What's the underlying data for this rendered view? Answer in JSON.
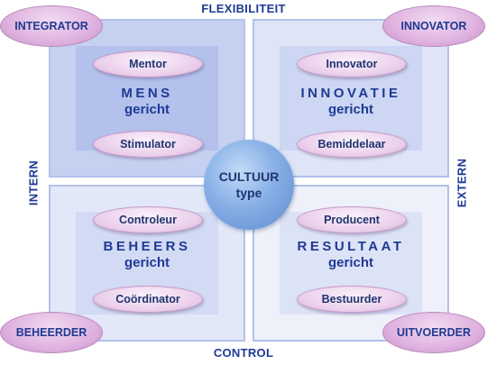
{
  "axes": {
    "top": "FLEXIBILITEIT",
    "bottom": "CONTROL",
    "left": "INTERN",
    "right": "EXTERN"
  },
  "corners": {
    "top_left": "INTEGRATOR",
    "top_right": "INNOVATOR",
    "bottom_left": "BEHEERDER",
    "bottom_right": "UITVOERDER"
  },
  "quadrants": {
    "top_left": {
      "title": "MENS",
      "subtitle": "gericht",
      "role_top": "Mentor",
      "role_bottom": "Stimulator"
    },
    "top_right": {
      "title": "INNOVATIE",
      "subtitle": "gericht",
      "role_top": "Innovator",
      "role_bottom": "Bemiddelaar"
    },
    "bottom_left": {
      "title": "BEHEERS",
      "subtitle": "gericht",
      "role_top": "Controleur",
      "role_bottom": "Coördinator"
    },
    "bottom_right": {
      "title": "RESULTAAT",
      "subtitle": "gericht",
      "role_top": "Producent",
      "role_bottom": "Bestuurder"
    }
  },
  "center": {
    "line1": "CULTUUR",
    "line2": "type"
  }
}
